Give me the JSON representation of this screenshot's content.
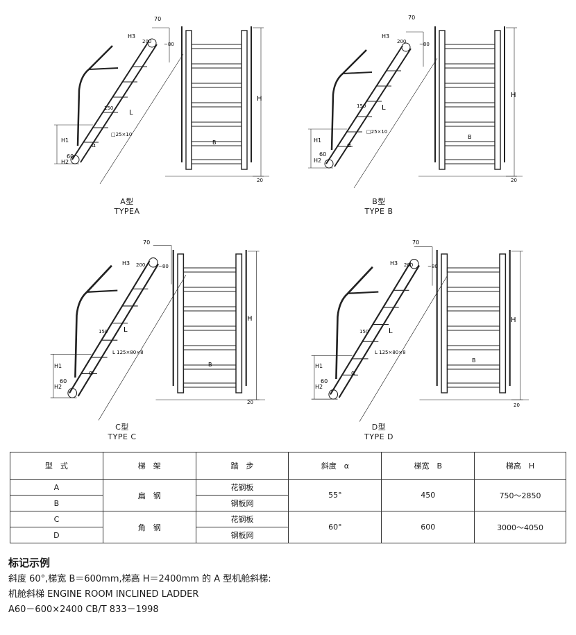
{
  "drawings": [
    {
      "labels": {
        "top": "70",
        "dim_small": "~80",
        "dim_200": "200",
        "h3": "H3",
        "h1": "H1",
        "h2": "H2",
        "dim_60": "60",
        "L": "L",
        "angle": "α",
        "step": "150",
        "section": "□25×10",
        "H": "H",
        "B": "B",
        "dim_20": "20"
      }
    },
    {
      "labels": {
        "top": "70",
        "dim_small": "~80",
        "dim_200": "200",
        "h3": "H3",
        "h1": "H1",
        "h2": "H2",
        "dim_60": "60",
        "L": "L",
        "angle": "α",
        "step": "150",
        "section": "□25×10",
        "H": "H",
        "B": "B",
        "dim_20": "20"
      }
    },
    {
      "labels": {
        "top": "70",
        "dim_small": "~80",
        "dim_200": "200",
        "h3": "H3",
        "h1": "H1",
        "h2": "H2",
        "dim_60": "60",
        "L": "L",
        "angle": "α",
        "step": "150",
        "section": "L 125×80×8",
        "H": "H",
        "B": "B",
        "dim_20": "20"
      }
    },
    {
      "labels": {
        "top": "70",
        "dim_small": "~80",
        "dim_200": "200",
        "h3": "H3",
        "h1": "H1",
        "h2": "H2",
        "dim_60": "60",
        "L": "L",
        "angle": "α",
        "step": "150",
        "section": "L 125×80×8",
        "H": "H",
        "B": "B",
        "dim_20": "20"
      }
    }
  ],
  "captions": [
    {
      "cn": "A型",
      "en": "TYPEA"
    },
    {
      "cn": "B型",
      "en": "TYPE B"
    },
    {
      "cn": "C型",
      "en": "TYPE C"
    },
    {
      "cn": "D型",
      "en": "TYPE D"
    }
  ],
  "table": {
    "headers": [
      "型　式",
      "梯　架",
      "踏　步",
      "斜度　α",
      "梯宽　B",
      "梯高　H"
    ],
    "rows": [
      {
        "type": "A",
        "tread": "花钢板"
      },
      {
        "type": "B",
        "tread": "钢板网"
      },
      {
        "type": "C",
        "tread": "花钢板"
      },
      {
        "type": "D",
        "tread": "钢板网"
      }
    ],
    "frames": [
      "扁　钢",
      "角　钢"
    ],
    "angles": [
      "55°",
      "60°"
    ],
    "widths": [
      "450",
      "600"
    ],
    "heights": [
      "750～2850",
      "3000～4050"
    ]
  },
  "example": {
    "heading": "标记示例",
    "line1": "斜度 60°,梯宽 B＝600mm,梯高 H＝2400mm 的 A 型机舱斜梯:",
    "line2": "机舱斜梯 ENGINE ROOM INCLINED LADDER",
    "line3": "A60－600×2400 CB/T 833－1998"
  }
}
